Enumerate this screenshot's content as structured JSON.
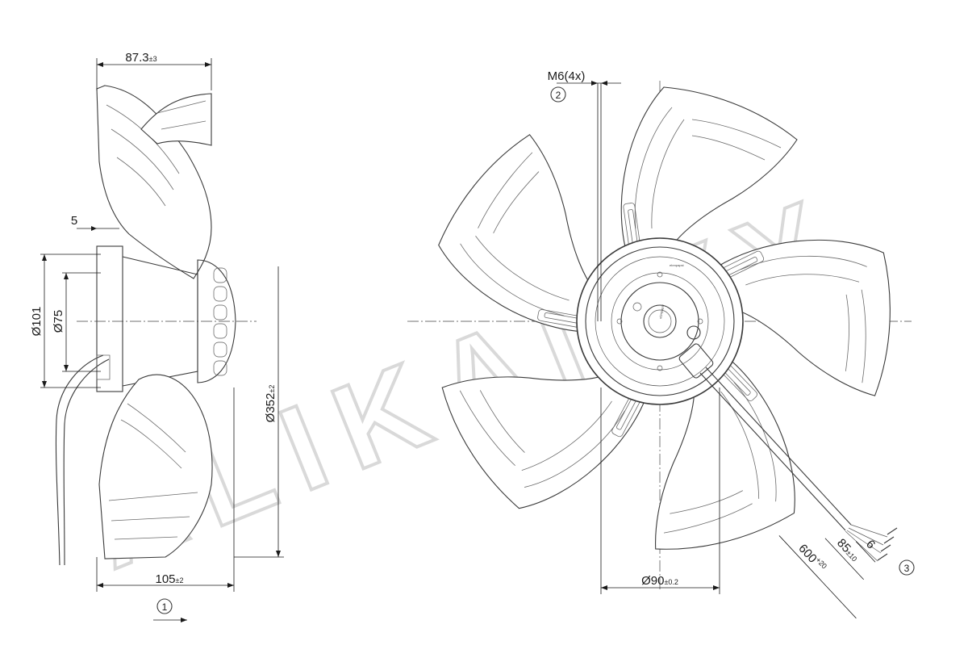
{
  "watermark": "ALIKAIIYY",
  "side_view": {
    "dim_depth": {
      "value": "87.3",
      "tol": "±3"
    },
    "dim_gap": {
      "value": "5"
    },
    "dim_d101": {
      "value": "Ø101"
    },
    "dim_d75": {
      "value": "Ø75"
    },
    "dim_d352": {
      "value": "Ø352",
      "tol": "±2"
    },
    "dim_width": {
      "value": "105",
      "tol": "±2"
    },
    "callout_1": {
      "label": "1"
    }
  },
  "front_view": {
    "thread": {
      "value": "M6(4x)"
    },
    "callout_2": {
      "label": "2"
    },
    "callout_3": {
      "label": "3"
    },
    "dim_d90": {
      "value": "Ø90",
      "tol": "±0.2"
    },
    "cable_length": {
      "value": "600",
      "tol": "+20"
    },
    "strip_length": {
      "value": "85",
      "tol": "±10"
    },
    "wire_end": {
      "value": "6"
    }
  },
  "colors": {
    "line": "#3a3a3a",
    "watermark": "#d6d6d6",
    "background": "#ffffff"
  }
}
